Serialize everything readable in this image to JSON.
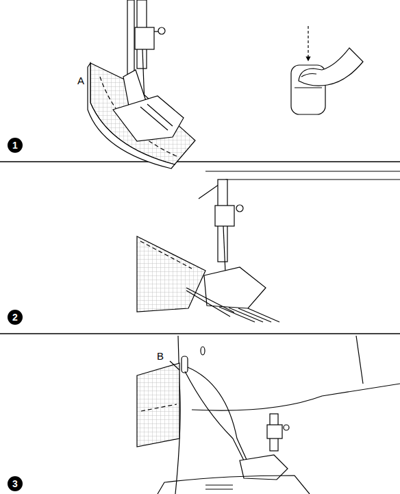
{
  "diagram": {
    "nodes": [
      {
        "text": [
          "1"
        ]
      },
      {
        "text": [
          "2"
        ]
      },
      {
        "text": [
          "3"
        ]
      }
    ],
    "labels": [
      "A",
      "B"
    ]
  }
}
